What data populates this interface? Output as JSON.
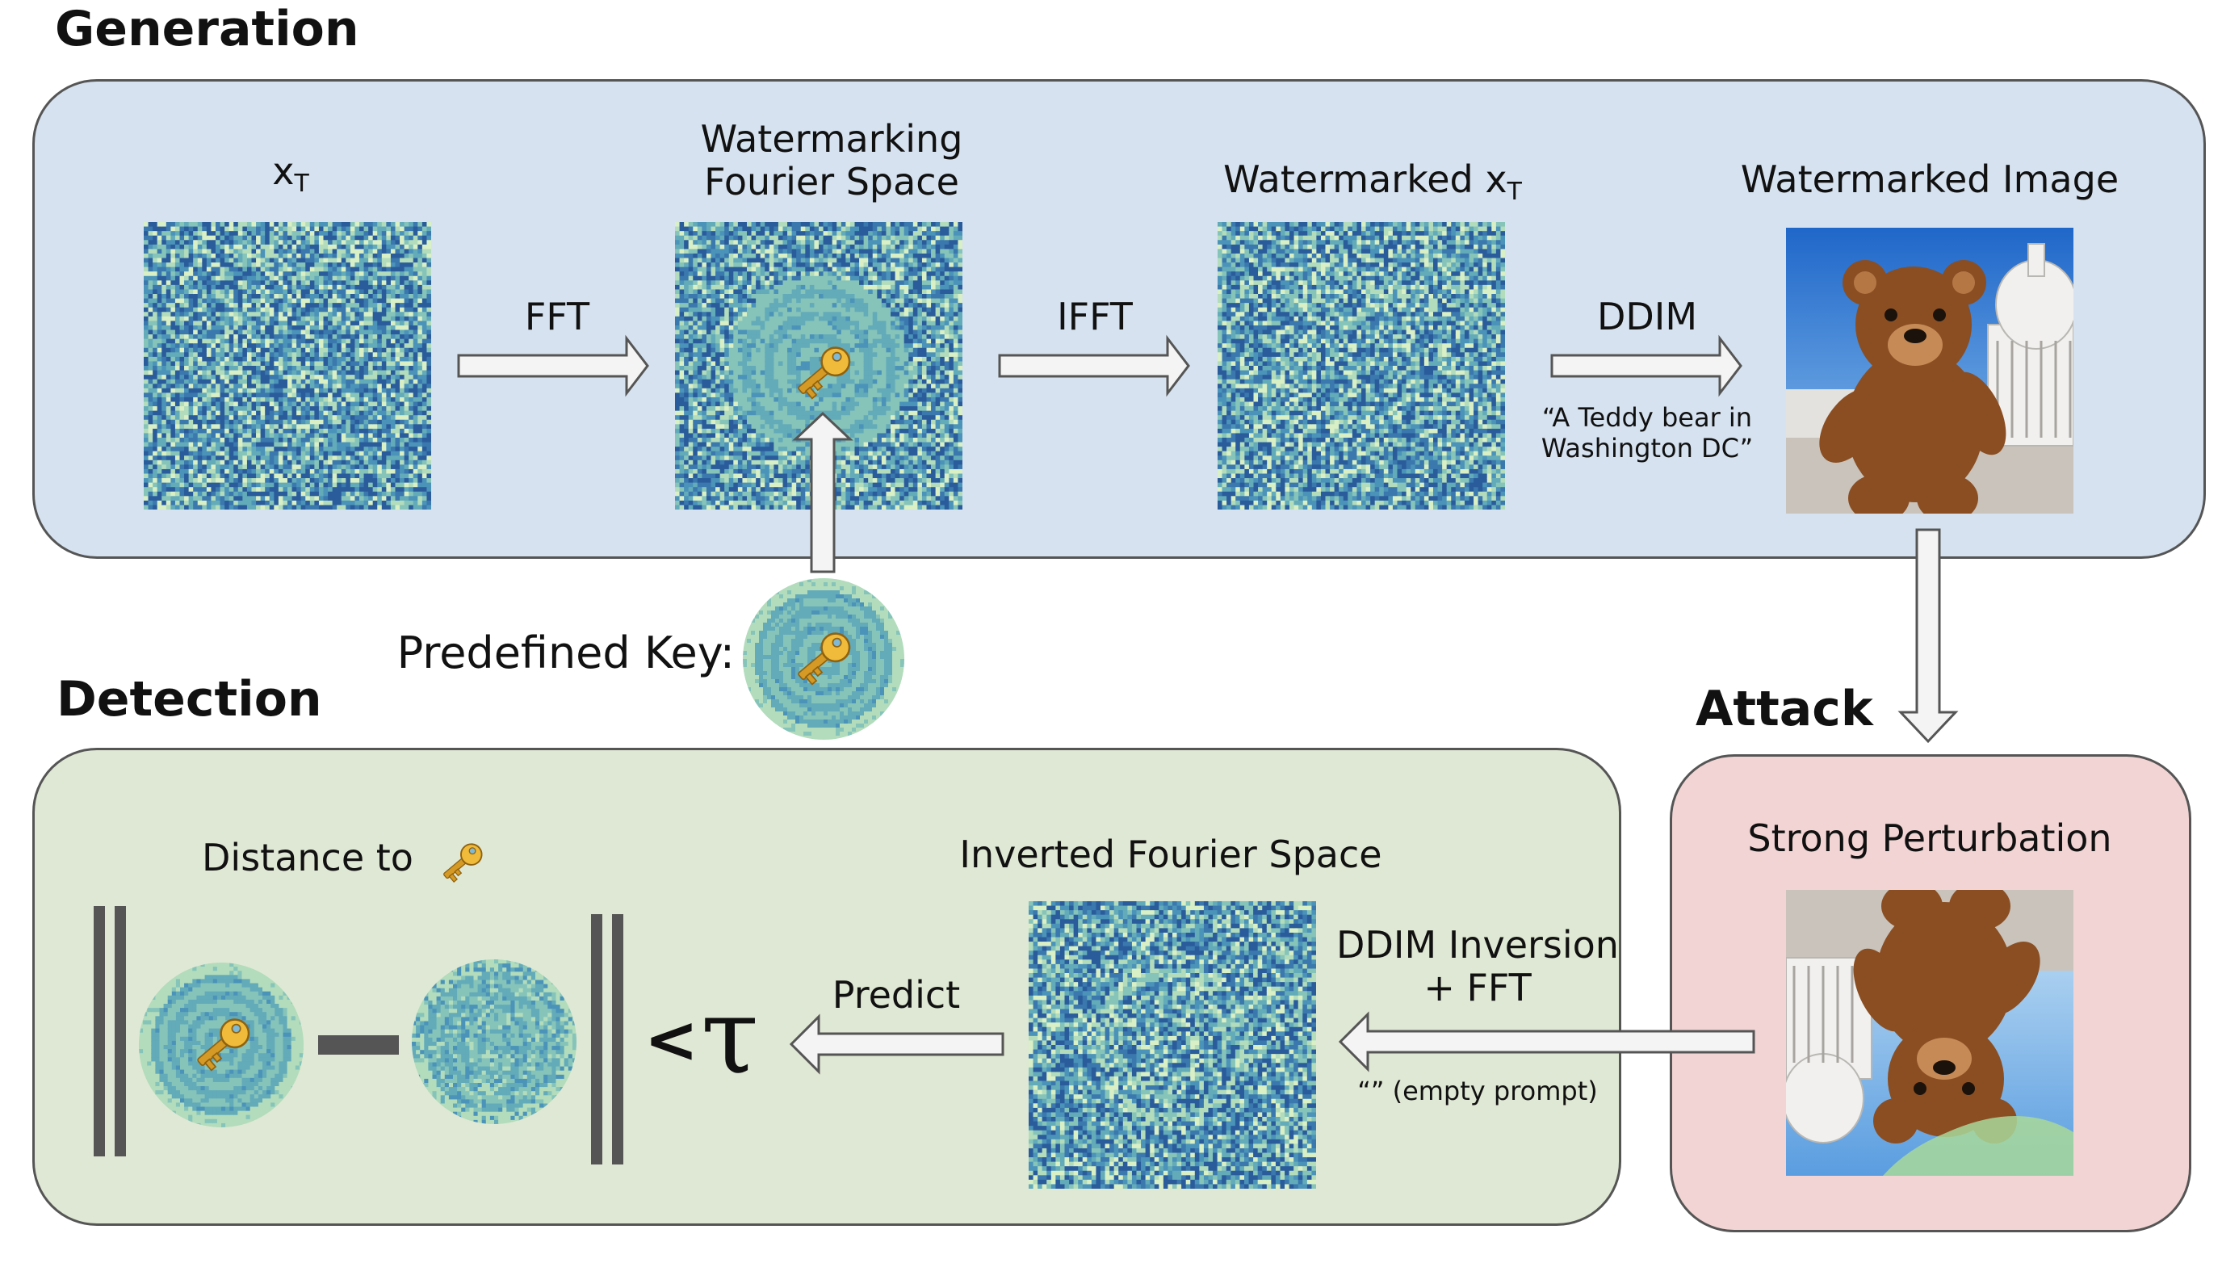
{
  "sections": {
    "generation": "Generation",
    "detection": "Detection",
    "attack": "Attack"
  },
  "generation": {
    "xt_label": "x",
    "xt_sub": "T",
    "fourier_label_line1": "Watermarking",
    "fourier_label_line2": "Fourier Space",
    "wm_xt_label": "Watermarked x",
    "wm_xt_sub": "T",
    "wm_image_label": "Watermarked Image",
    "fft_label": "FFT",
    "ifft_label": "IFFT",
    "ddim_label": "DDIM",
    "prompt_line1": "“A Teddy bear in",
    "prompt_line2": "Washington DC”"
  },
  "key": {
    "label": "Predefined Key:"
  },
  "attack": {
    "label": "Strong Perturbation"
  },
  "detection": {
    "distance_label": "Distance to",
    "inverted_label": "Inverted Fourier Space",
    "inversion_line1": "DDIM Inversion",
    "inversion_line2": "+ FFT",
    "empty_prompt": "“” (empty prompt)",
    "predict_label": "Predict",
    "less_than": "<",
    "tau": "τ"
  },
  "colors": {
    "generation_panel": "#d6e2f0",
    "detection_panel": "#dfe8d4",
    "attack_panel": "#f2d4d4",
    "noise_dark": "#2c5f9e",
    "noise_light": "#d8f0c4",
    "key_gold": "#e2a931"
  }
}
